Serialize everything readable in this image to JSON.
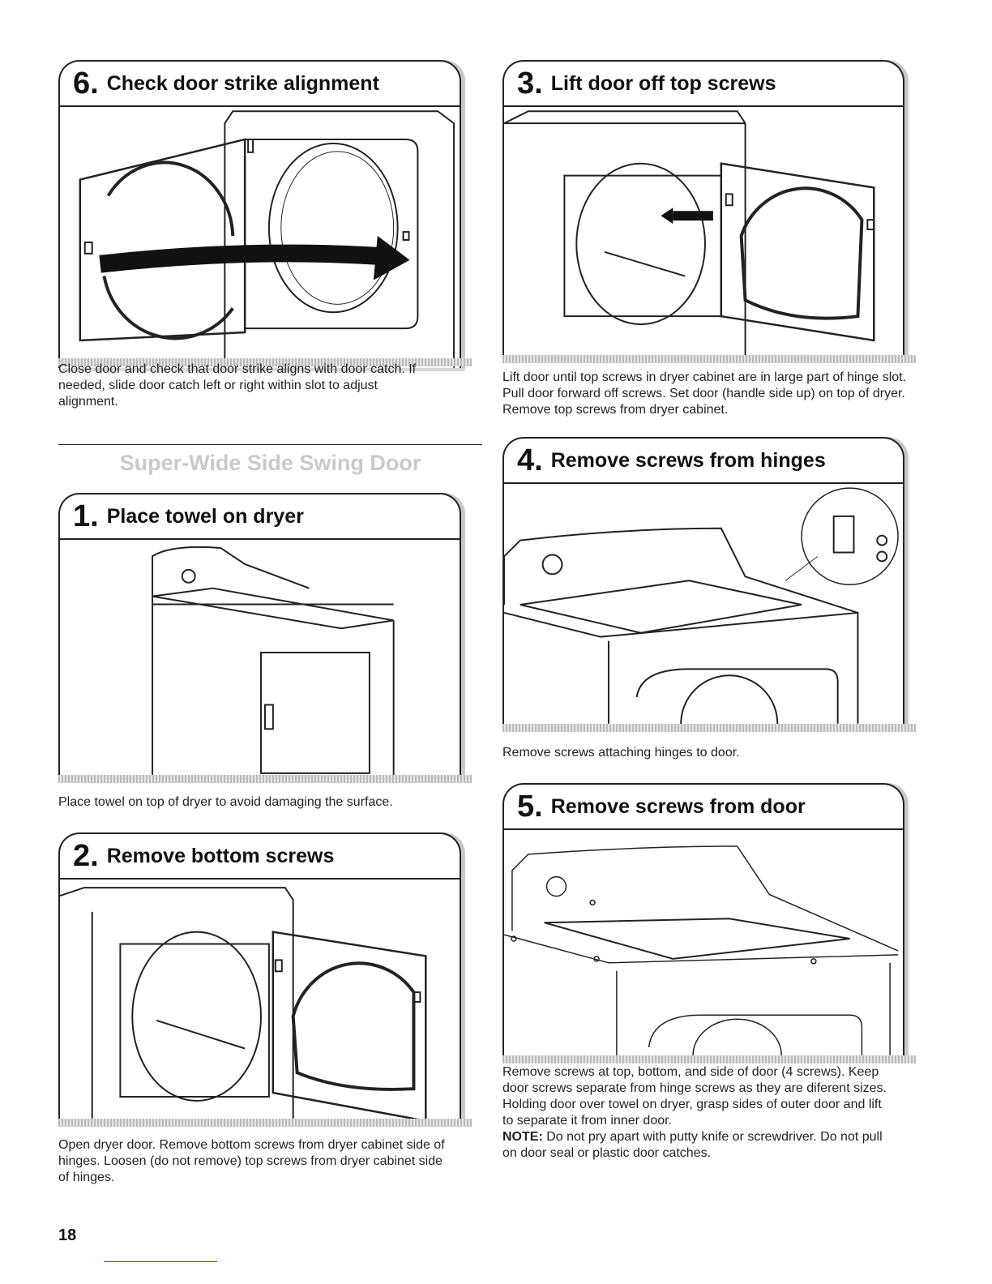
{
  "steps": {
    "s6": {
      "number": "6.",
      "title": "Check door strike alignment",
      "description": "Close door and check that door strike aligns with door catch. If needed, slide door catch left or right within slot to adjust alignment."
    },
    "s3": {
      "number": "3.",
      "title": "Lift door off top screws",
      "description": "Lift door until top screws in dryer cabinet are in large part of hinge slot. Pull door forward off screws. Set door (handle side up) on top of dryer. Remove top screws from dryer cabinet."
    },
    "s1": {
      "number": "1.",
      "title": "Place towel on dryer",
      "description": "Place towel on top of dryer to avoid damaging the surface."
    },
    "s4": {
      "number": "4.",
      "title": "Remove screws from hinges",
      "description": "Remove screws attaching hinges to door."
    },
    "s2": {
      "number": "2.",
      "title": "Remove bottom screws",
      "description": "Open dryer door. Remove bottom screws from dryer cabinet side of hinges. Loosen (do not remove) top screws from dryer cabinet side of hinges."
    },
    "s5": {
      "number": "5.",
      "title": "Remove screws from door",
      "description": "Remove screws at top, bottom, and side of door (4 screws). Keep door screws separate from hinge screws as they are diferent sizes. Holding door over towel on dryer, grasp sides of outer door and lift to separate it from inner door.",
      "note_label": "NOTE:",
      "note_text": " Do not pry apart with putty knife or screwdriver. Do not pull on door seal or plastic door catches."
    }
  },
  "section_title": "Super-Wide Side Swing Door",
  "page_number": "18"
}
